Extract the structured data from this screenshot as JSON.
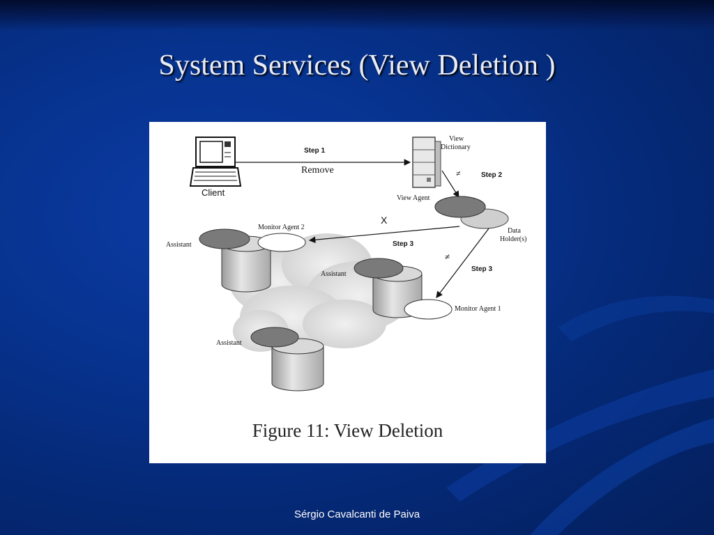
{
  "slide": {
    "title": "System Services (View Deletion )",
    "footer": "Sérgio Cavalcanti de Paiva"
  },
  "figure": {
    "caption": "Figure 11: View Deletion",
    "labels": {
      "step1": "Step 1",
      "remove": "Remove",
      "client": "Client",
      "view_dictionary_1": "View",
      "view_dictionary_2": "Dictionary",
      "step2": "Step 2",
      "view_agent": "View Agent",
      "x_mark": "X",
      "monitor_agent_2": "Monitor Agent  2",
      "data_holders_1": "Data",
      "data_holders_2": "Holder(s)",
      "assistant_left": "Assistant",
      "step3_left": "Step 3",
      "assistant_mid": "Assistant",
      "step3_right": "Step 3",
      "monitor_agent_1": "Monitor Agent  1",
      "assistant_bottom": "Assistant"
    }
  },
  "colors": {
    "background": "#07338f",
    "title_text": "#e8ecf8",
    "figure_bg": "#ffffff",
    "agent_dark": "#7a7a7a",
    "agent_light": "#cfcfcf"
  }
}
